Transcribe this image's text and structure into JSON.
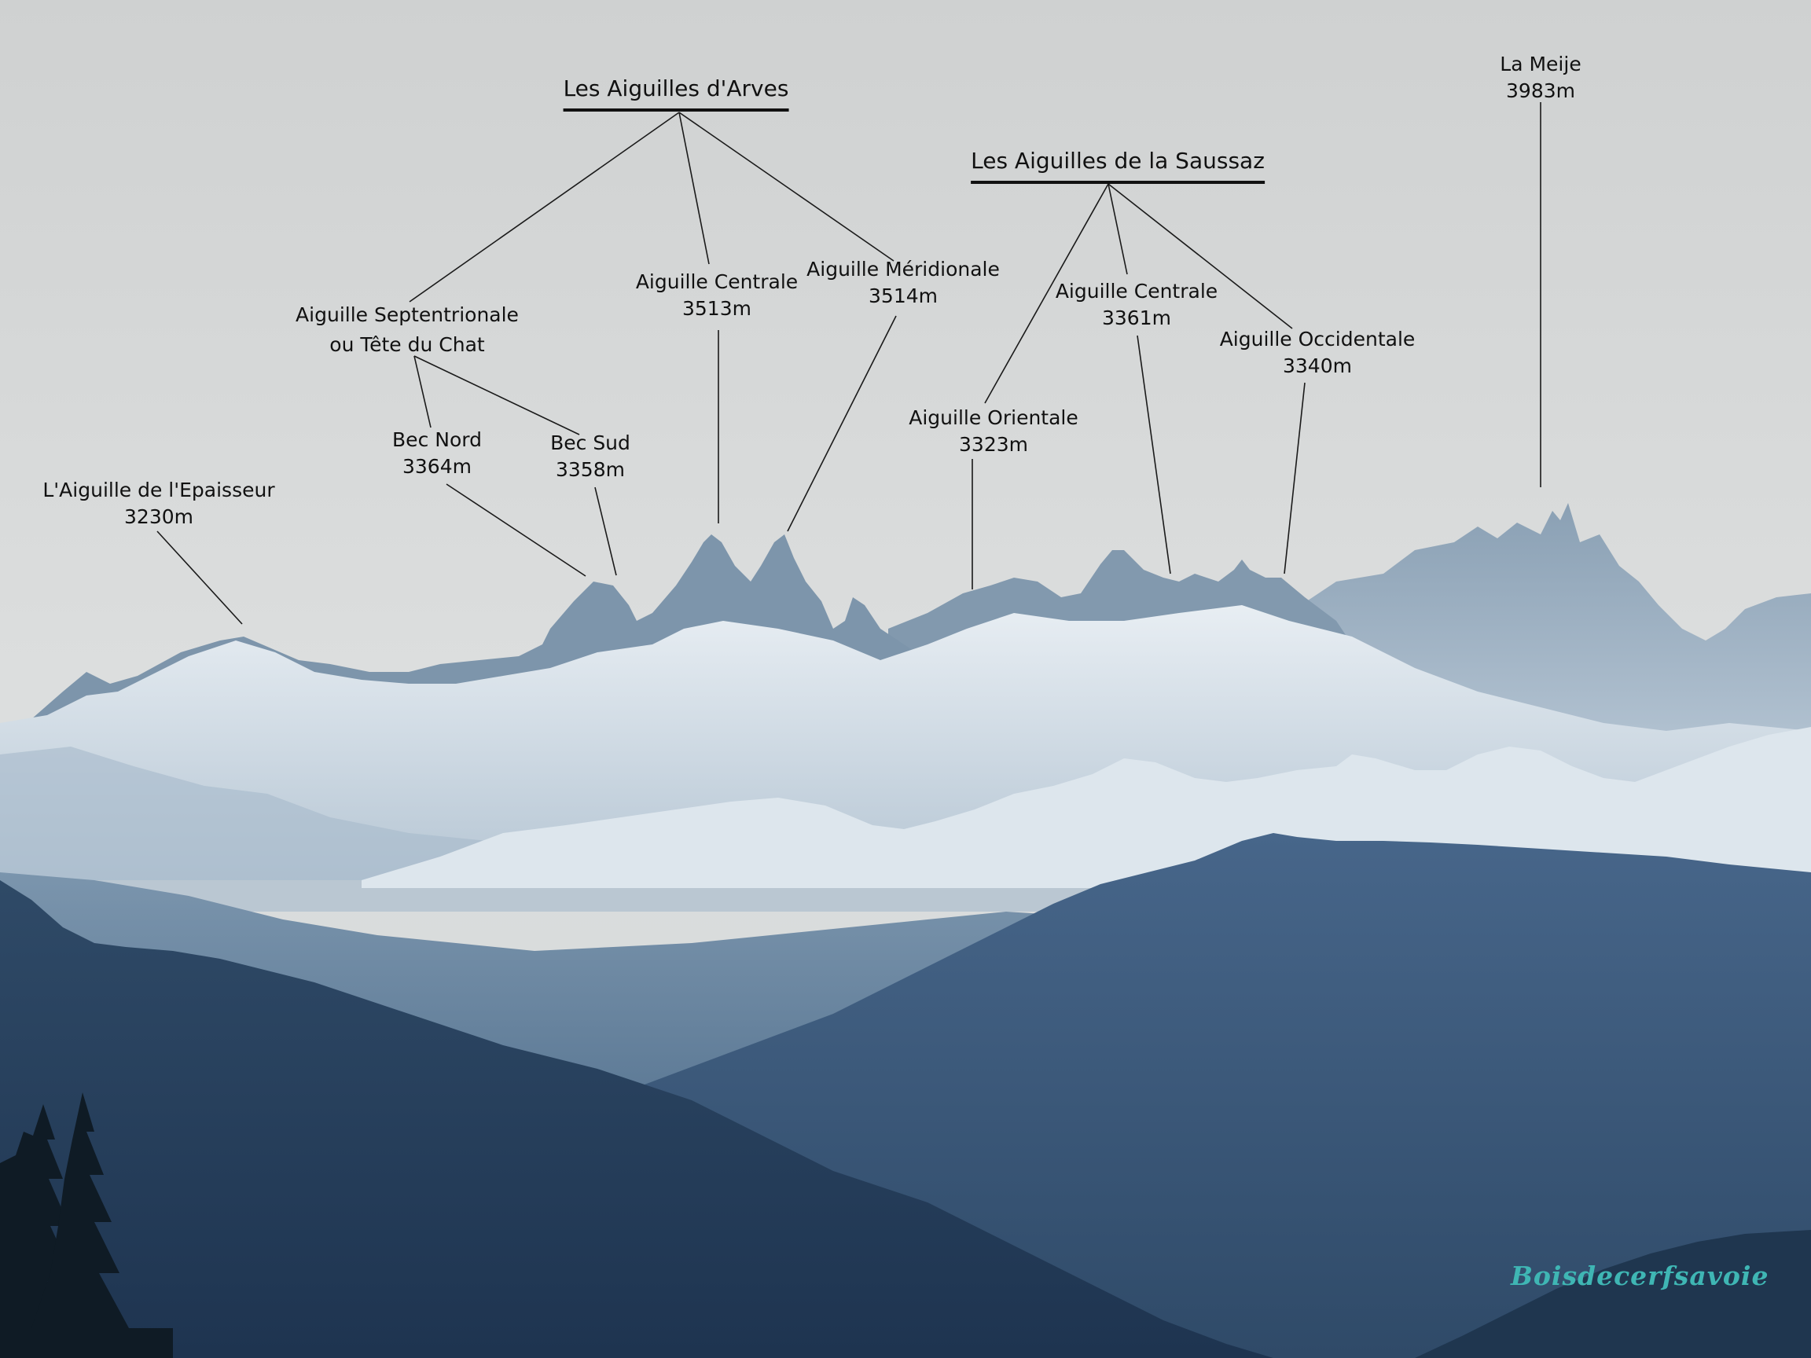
{
  "groups": {
    "arves": "Les Aiguilles d'Arves",
    "saussaz": "Les Aiguilles de la Saussaz"
  },
  "peaks": {
    "epaisseur": {
      "name": "L'Aiguille de l'Epaisseur",
      "alt": "3230m"
    },
    "septentrionale": {
      "name": "Aiguille Septentrionale",
      "name2": "ou Tête du Chat"
    },
    "bec_nord": {
      "name": "Bec Nord",
      "alt": "3364m"
    },
    "bec_sud": {
      "name": "Bec Sud",
      "alt": "3358m"
    },
    "arves_centrale": {
      "name": "Aiguille Centrale",
      "alt": "3513m"
    },
    "meridionale": {
      "name": "Aiguille Méridionale",
      "alt": "3514m"
    },
    "orientale": {
      "name": "Aiguille Orientale",
      "alt": "3323m"
    },
    "saussaz_centrale": {
      "name": "Aiguille Centrale",
      "alt": "3361m"
    },
    "occidentale": {
      "name": "Aiguille Occidentale",
      "alt": "3340m"
    },
    "meije": {
      "name": "La Meije",
      "alt": "3983m"
    }
  },
  "watermark": "Boisdecerfsavoie",
  "colors": {
    "sky": "#d8dada",
    "far_peaks": "#8ea3b6",
    "snow": "#e4ebf1",
    "mid_ridge": "#6d8aa4",
    "dark_ridge": "#3c5a78",
    "foreground": "#27405c",
    "trees": "#101c26",
    "leader_lines": "#1a1a1a",
    "watermark": "#3fb6b4"
  }
}
